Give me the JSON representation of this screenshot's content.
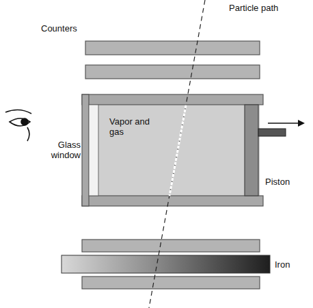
{
  "diagram": {
    "labels": [
      "Particle path",
      "Counters",
      "Vapor and gas",
      "Glass window",
      "Piston",
      "Iron"
    ]
  }
}
